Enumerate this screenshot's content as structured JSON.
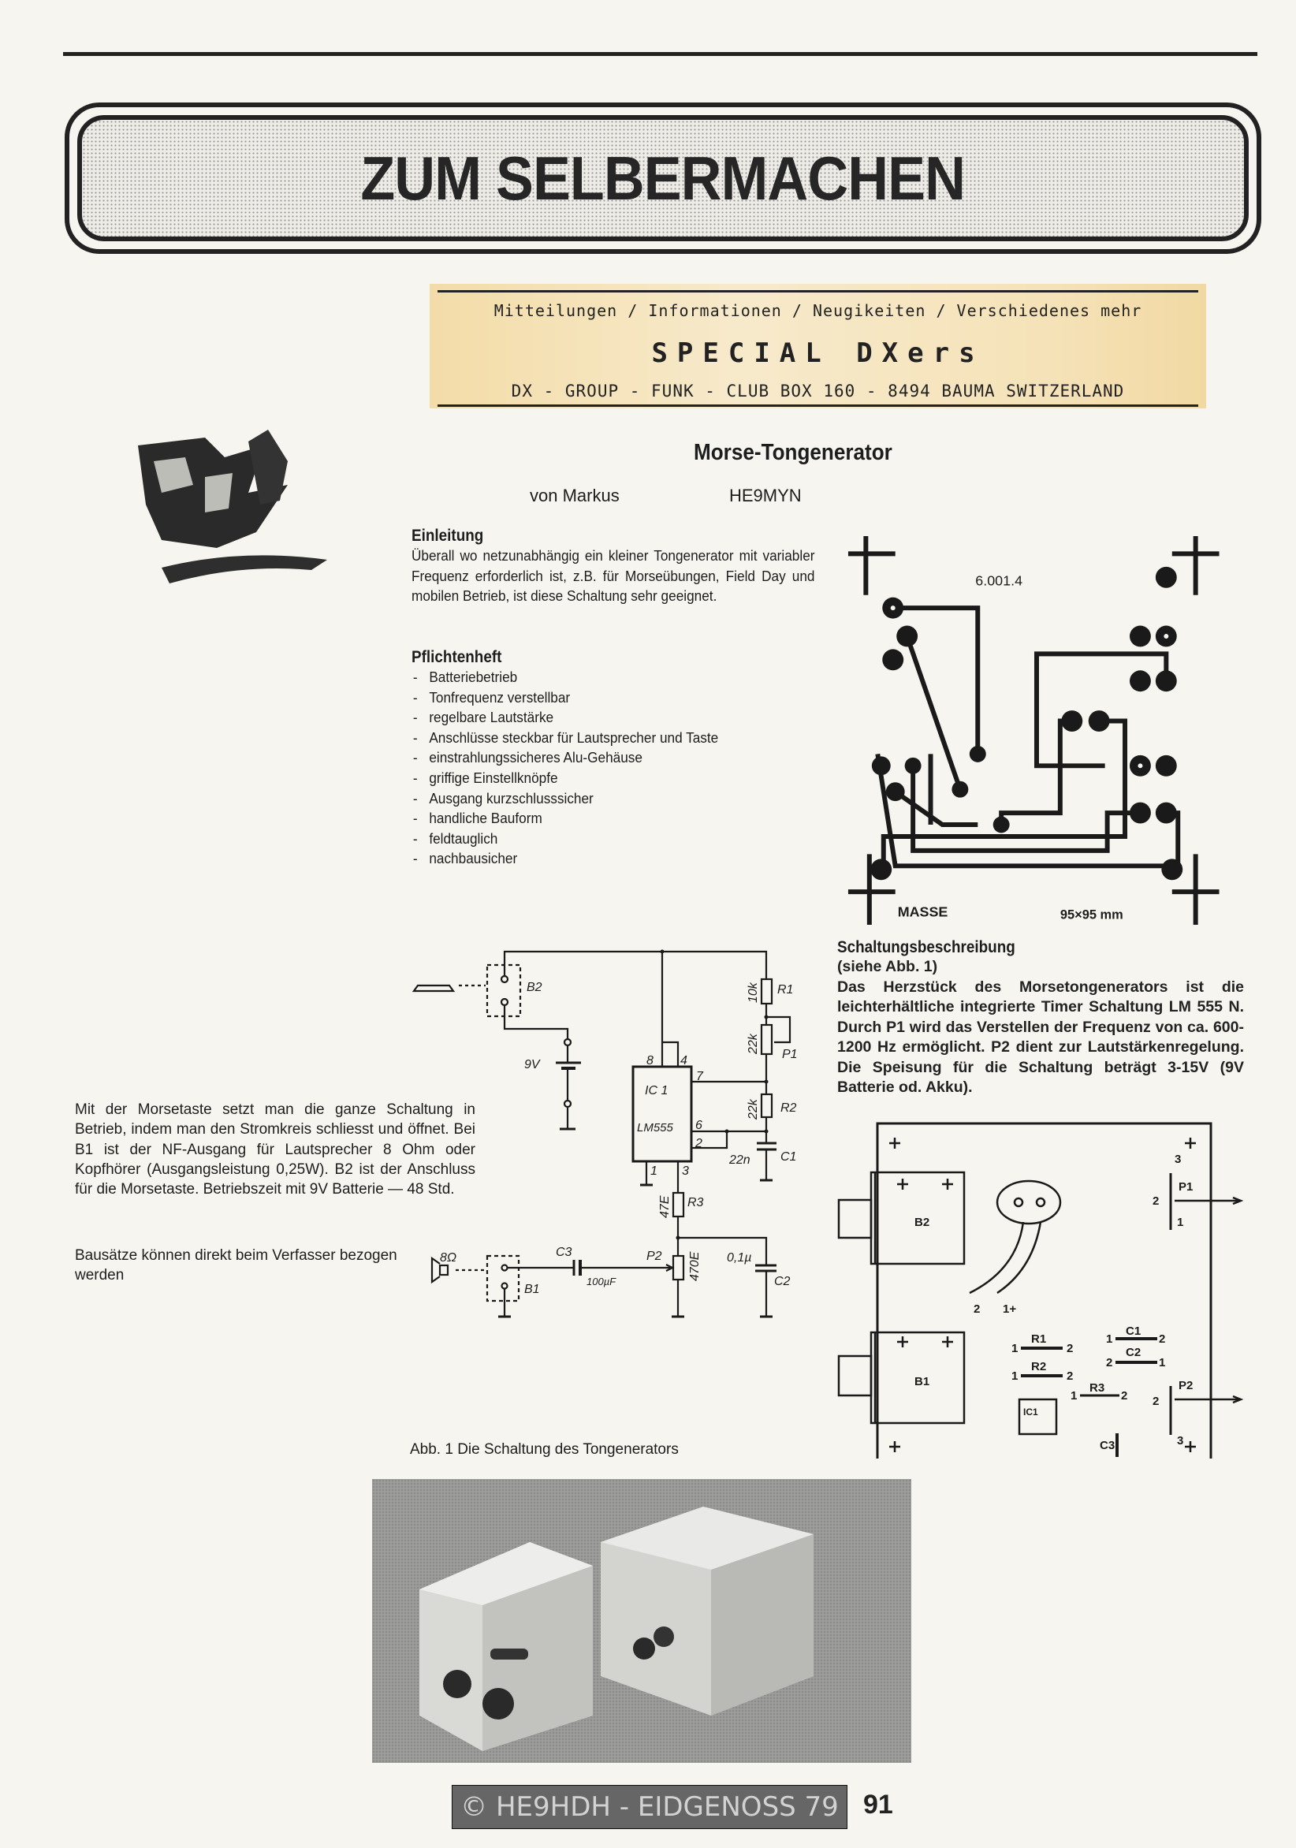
{
  "banner": {
    "title": "ZUM SELBERMACHEN"
  },
  "club": {
    "line1": "Mitteilungen / Informationen / Neugikeiten / Verschiedenes mehr",
    "logo": "SPECIAL DXers",
    "line3": "DX - GROUP - FUNK - CLUB  BOX 160 - 8494 BAUMA  SWITZERLAND"
  },
  "article": {
    "title": "Morse-Tongenerator",
    "by": "von Markus",
    "callsign": "HE9MYN",
    "intro_heading": "Einleitung",
    "intro_text": "Überall wo netzunabhängig ein kleiner Tongenerator mit variabler Frequenz erforderlich ist, z.B. für Morseübungen, Field Day und mobilen Betrieb, ist diese Schaltung sehr geeignet.",
    "spec_heading": "Pflichtenheft",
    "spec_items": [
      "Batteriebetrieb",
      "Tonfrequenz verstellbar",
      "regelbare Lautstärke",
      "Anschlüsse steckbar für Lautsprecher und Taste",
      "einstrahlungssicheres Alu-Gehäuse",
      "griffige Einstellknöpfe",
      "Ausgang kurzschlusssicher",
      "handliche Bauform",
      "feldtauglich",
      "nachbausicher"
    ],
    "desc_heading": "Schaltungsbeschreibung",
    "desc_sub": "(siehe Abb. 1)",
    "desc_text": "Das Herzstück des Morsetongenerators ist die leichterhältliche integrierte Timer Schaltung LM 555 N. Durch P1 wird das Verstellen der Frequenz von ca. 600-1200 Hz ermöglicht. P2 dient zur Lautstärkenregelung. Die Speisung für die Schaltung beträgt 3-15V (9V Batterie od. Akku).",
    "operation_text": "Mit der Morsetaste setzt man die ganze Schaltung in Betrieb, indem man den Stromkreis schliesst und öffnet. Bei B1 ist der NF-Ausgang für Lautsprecher 8 Ohm oder Kopfhörer (Ausgangsleistung 0,25W). B2 ist der Anschluss für die Morsetaste. Betriebszeit mit 9V Batterie — 48 Std.",
    "kits_text": "Bausätze können direkt beim Verfasser bezogen werden",
    "figure_caption": "Abb. 1 Die Schaltung des Tongenerators"
  },
  "pcb": {
    "code": "6.001.4",
    "ground_label": "MASSE",
    "size": "95×95 mm"
  },
  "schematic": {
    "b2": "B2",
    "v9": "9V",
    "pin8": "8",
    "pin4": "4",
    "pin7": "7",
    "ic": "IC 1",
    "lm": "LM555",
    "pin6": "6",
    "pin2": "2",
    "pin1": "1",
    "pin3": "3",
    "r1v": "10k",
    "r1": "R1",
    "p1v": "22k",
    "p1": "P1",
    "r2v": "22k",
    "r2": "R2",
    "c1v": "22n",
    "c1": "C1",
    "r3v": "47E",
    "r3": "R3",
    "c3": "C3",
    "c3v": "100µF",
    "p2": "P2",
    "p2v": "470E",
    "c2v": "0,1µ",
    "c2": "C2",
    "spk": "8Ω",
    "b1": "B1"
  },
  "layout": {
    "b2": "B2",
    "b1": "B1",
    "r1": "R1",
    "r2": "R2",
    "r3": "R3",
    "c1": "C1",
    "c2": "C2",
    "c3": "C3",
    "ic": "IC1",
    "p1": "P1",
    "p2": "P2",
    "n1": "1",
    "n2": "2",
    "n3": "3",
    "n1p": "1+"
  },
  "footer": {
    "page_number": "91",
    "watermark": "© HE9HDH - EIDGENOSS 79"
  }
}
